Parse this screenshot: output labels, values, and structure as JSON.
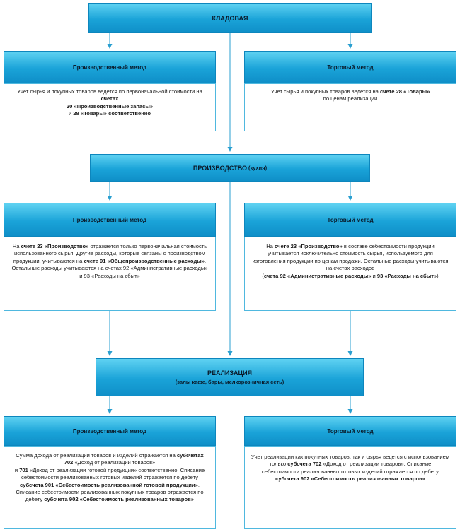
{
  "storage": {
    "title": "КЛАДОВАЯ",
    "production_method": {
      "title": "Производственный метод",
      "text": [
        {
          "t": "Учет сырья и покупных товаров ведется по первоначальной стоимости на ",
          "b": false
        },
        {
          "t": "счетах",
          "b": true
        },
        {
          "t": "\n20 «Производственные запасы»\n",
          "b": true
        },
        {
          "t": "и ",
          "b": false
        },
        {
          "t": "28 «Товары» соответственно",
          "b": true
        }
      ]
    },
    "trade_method": {
      "title": "Торговый метод",
      "text": [
        {
          "t": "Учет сырья и покупных товаров ведется на ",
          "b": false
        },
        {
          "t": "счете 28 «Товары»",
          "b": true
        },
        {
          "t": "\nпо ценам реализации",
          "b": false
        }
      ]
    }
  },
  "production": {
    "title": "ПРОИЗВОДСТВО",
    "subtitle": "(кухня)",
    "production_method": {
      "title": "Производственный метод",
      "text": [
        {
          "t": "На ",
          "b": false
        },
        {
          "t": "счете 23 «Производство»",
          "b": true
        },
        {
          "t": " отражается только первоначальная стоимость использованного сырья. Другие расходы, которые связаны с производством продукции, учитываются на ",
          "b": false
        },
        {
          "t": "счете 91 «Общепроизводственные расходы»",
          "b": true
        },
        {
          "t": ". Остальные расходы учитываются на счетах 92 «Административные расходы» и 93 «Расходы на сбыт»",
          "b": false
        }
      ]
    },
    "trade_method": {
      "title": "Торговый метод",
      "text": [
        {
          "t": "На ",
          "b": false
        },
        {
          "t": "счете 23 «Производство»",
          "b": true
        },
        {
          "t": " в составе себестоимости продукции учитывается исключительно стоимость сырья, используемого для изготовления продукции по ценам продажи. Остальные расходы учитываются на счетах расходов\n(",
          "b": false
        },
        {
          "t": "счета 92 «Административные расходы»",
          "b": true
        },
        {
          "t": " и ",
          "b": false
        },
        {
          "t": "93 «Расходы на сбыт»",
          "b": true
        },
        {
          "t": ")",
          "b": false
        }
      ]
    }
  },
  "sales": {
    "title": "РЕАЛИЗАЦИЯ",
    "subtitle": "(залы кафе, бары, мелкорозничная сеть)",
    "production_method": {
      "title": "Производственный метод",
      "text": [
        {
          "t": "Сумма дохода от реализации товаров и изделий отражается на ",
          "b": false
        },
        {
          "t": "субсчетах\n702",
          "b": true
        },
        {
          "t": " «Доход от реализации товаров»\nи ",
          "b": false
        },
        {
          "t": "701",
          "b": true
        },
        {
          "t": " «Доход от реализации готовой продукции» соответственно. Списание себестоимости реализованных готовых изделий отражается по дебету ",
          "b": false
        },
        {
          "t": "субсчета 901 «Себестоимость реализованной готовой продукции»",
          "b": true
        },
        {
          "t": ". Списание себестоимости реализованных покупных товаров отражается по дебету ",
          "b": false
        },
        {
          "t": "субсчета 902 «Себестоимость реализованных товаров»",
          "b": true
        }
      ]
    },
    "trade_method": {
      "title": "Торговый метод",
      "text": [
        {
          "t": "Учет реализации как покупных товаров, так и сырья ведется с использованием только ",
          "b": false
        },
        {
          "t": "субсчета 702",
          "b": true
        },
        {
          "t": " «Доход от реализации товаров». Списание себестоимости реализованных готовых изделий отражается по дебету ",
          "b": false
        },
        {
          "t": "субсчета 902 «Себестоимость реализованных товаров»",
          "b": true
        }
      ]
    }
  },
  "colors": {
    "header_gradient_top": "#5fd2f2",
    "header_gradient_bottom": "#0f8fc8",
    "border": "#4fb8df",
    "arrow": "#2a9fd0"
  }
}
